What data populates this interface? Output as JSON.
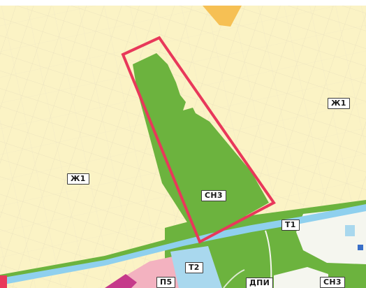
{
  "map": {
    "colors": {
      "residential": "#fbf3c5",
      "green": "#6cb33e",
      "water": "#8fd0ee",
      "orange": "#f6c054",
      "outline": "#e8385a",
      "pink": "#f3b2c0",
      "magenta": "#c53a8a",
      "white_area": "#f5f6ef",
      "light_blue": "#a9d8ee",
      "grid": "#d9d2b6"
    },
    "zone_labels": {
      "zh1_right": "Ж1",
      "zh1_left": "Ж1",
      "snz_center": "СН3",
      "t1": "Т1",
      "t2": "Т2",
      "p5": "П5",
      "dpi": "ДПИ",
      "snz_bottom": "СН3"
    }
  }
}
